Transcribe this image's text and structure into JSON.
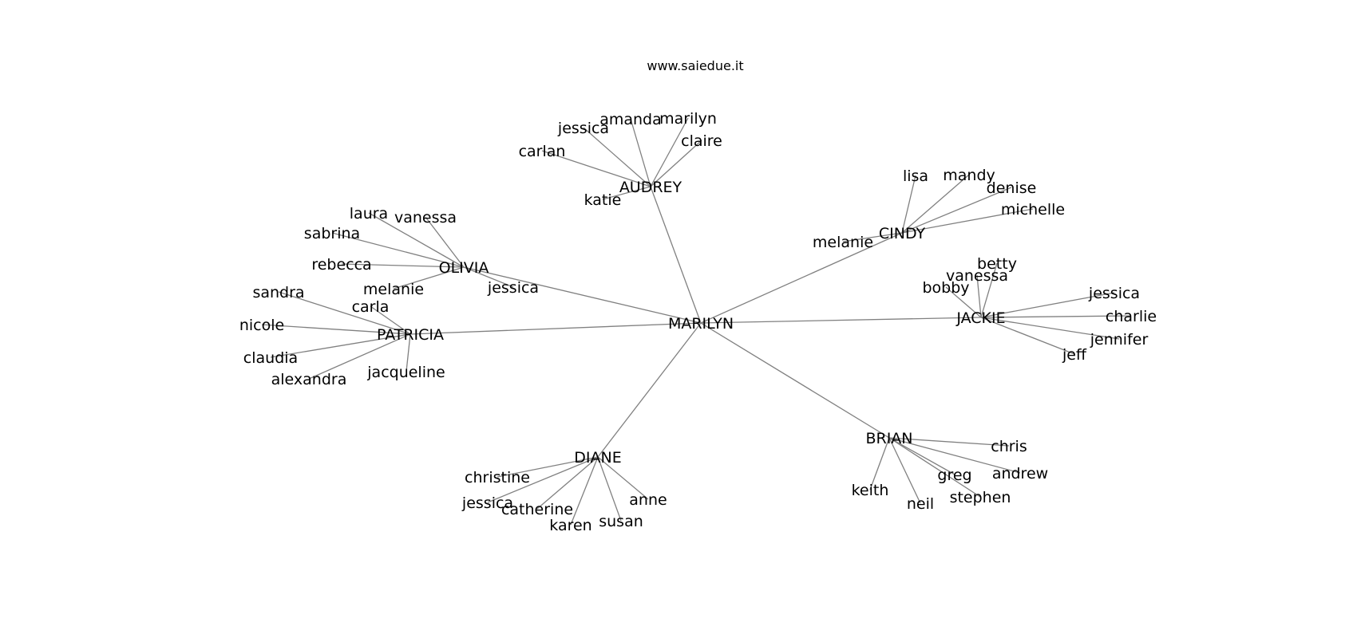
{
  "title": "www.saiedue.it",
  "colors": {
    "edge": "#808080",
    "text": "#000000",
    "background": "#ffffff"
  },
  "nodes": [
    {
      "id": "marilyn_root",
      "label": "MARILYN"
    },
    {
      "id": "audrey",
      "label": "AUDREY"
    },
    {
      "id": "olivia",
      "label": "OLIVIA"
    },
    {
      "id": "patricia",
      "label": "PATRICIA"
    },
    {
      "id": "diane",
      "label": "DIANE"
    },
    {
      "id": "brian",
      "label": "BRIAN"
    },
    {
      "id": "jackie",
      "label": "JACKIE"
    },
    {
      "id": "cindy",
      "label": "CINDY"
    },
    {
      "id": "audrey_jessica",
      "label": "jessica"
    },
    {
      "id": "audrey_amanda",
      "label": "amanda"
    },
    {
      "id": "audrey_marilyn",
      "label": "marilyn"
    },
    {
      "id": "audrey_claire",
      "label": "claire"
    },
    {
      "id": "audrey_carlan",
      "label": "carlan"
    },
    {
      "id": "audrey_katie",
      "label": "katie"
    },
    {
      "id": "olivia_laura",
      "label": "laura"
    },
    {
      "id": "olivia_vanessa",
      "label": "vanessa"
    },
    {
      "id": "olivia_sabrina",
      "label": "sabrina"
    },
    {
      "id": "olivia_rebecca",
      "label": "rebecca"
    },
    {
      "id": "olivia_melanie",
      "label": "melanie"
    },
    {
      "id": "olivia_jessica",
      "label": "jessica"
    },
    {
      "id": "patricia_sandra",
      "label": "sandra"
    },
    {
      "id": "patricia_carla",
      "label": "carla"
    },
    {
      "id": "patricia_nicole",
      "label": "nicole"
    },
    {
      "id": "patricia_claudia",
      "label": "claudia"
    },
    {
      "id": "patricia_alexandra",
      "label": "alexandra"
    },
    {
      "id": "patricia_jacqueline",
      "label": "jacqueline"
    },
    {
      "id": "diane_christine",
      "label": "christine"
    },
    {
      "id": "diane_jessica",
      "label": "jessica"
    },
    {
      "id": "diane_catherine",
      "label": "catherine"
    },
    {
      "id": "diane_karen",
      "label": "karen"
    },
    {
      "id": "diane_susan",
      "label": "susan"
    },
    {
      "id": "diane_anne",
      "label": "anne"
    },
    {
      "id": "brian_chris",
      "label": "chris"
    },
    {
      "id": "brian_andrew",
      "label": "andrew"
    },
    {
      "id": "brian_greg",
      "label": "greg"
    },
    {
      "id": "brian_stephen",
      "label": "stephen"
    },
    {
      "id": "brian_neil",
      "label": "neil"
    },
    {
      "id": "brian_keith",
      "label": "keith"
    },
    {
      "id": "jackie_betty",
      "label": "betty"
    },
    {
      "id": "jackie_vanessa",
      "label": "vanessa"
    },
    {
      "id": "jackie_bobby",
      "label": "bobby"
    },
    {
      "id": "jackie_jessica",
      "label": "jessica"
    },
    {
      "id": "jackie_charlie",
      "label": "charlie"
    },
    {
      "id": "jackie_jennifer",
      "label": "jennifer"
    },
    {
      "id": "jackie_jeff",
      "label": "jeff"
    },
    {
      "id": "cindy_lisa",
      "label": "lisa"
    },
    {
      "id": "cindy_mandy",
      "label": "mandy"
    },
    {
      "id": "cindy_denise",
      "label": "denise"
    },
    {
      "id": "cindy_michelle",
      "label": "michelle"
    },
    {
      "id": "cindy_melanie",
      "label": "melanie"
    }
  ],
  "edges": [
    [
      "marilyn_root",
      "audrey"
    ],
    [
      "marilyn_root",
      "olivia"
    ],
    [
      "marilyn_root",
      "patricia"
    ],
    [
      "marilyn_root",
      "diane"
    ],
    [
      "marilyn_root",
      "brian"
    ],
    [
      "marilyn_root",
      "jackie"
    ],
    [
      "marilyn_root",
      "cindy"
    ],
    [
      "audrey",
      "audrey_jessica"
    ],
    [
      "audrey",
      "audrey_amanda"
    ],
    [
      "audrey",
      "audrey_marilyn"
    ],
    [
      "audrey",
      "audrey_claire"
    ],
    [
      "audrey",
      "audrey_carlan"
    ],
    [
      "audrey",
      "audrey_katie"
    ],
    [
      "olivia",
      "olivia_laura"
    ],
    [
      "olivia",
      "olivia_vanessa"
    ],
    [
      "olivia",
      "olivia_sabrina"
    ],
    [
      "olivia",
      "olivia_rebecca"
    ],
    [
      "olivia",
      "olivia_melanie"
    ],
    [
      "olivia",
      "olivia_jessica"
    ],
    [
      "patricia",
      "patricia_sandra"
    ],
    [
      "patricia",
      "patricia_carla"
    ],
    [
      "patricia",
      "patricia_nicole"
    ],
    [
      "patricia",
      "patricia_claudia"
    ],
    [
      "patricia",
      "patricia_alexandra"
    ],
    [
      "patricia",
      "patricia_jacqueline"
    ],
    [
      "diane",
      "diane_christine"
    ],
    [
      "diane",
      "diane_jessica"
    ],
    [
      "diane",
      "diane_catherine"
    ],
    [
      "diane",
      "diane_karen"
    ],
    [
      "diane",
      "diane_susan"
    ],
    [
      "diane",
      "diane_anne"
    ],
    [
      "brian",
      "brian_chris"
    ],
    [
      "brian",
      "brian_andrew"
    ],
    [
      "brian",
      "brian_greg"
    ],
    [
      "brian",
      "brian_stephen"
    ],
    [
      "brian",
      "brian_neil"
    ],
    [
      "brian",
      "brian_keith"
    ],
    [
      "jackie",
      "jackie_betty"
    ],
    [
      "jackie",
      "jackie_vanessa"
    ],
    [
      "jackie",
      "jackie_bobby"
    ],
    [
      "jackie",
      "jackie_jessica"
    ],
    [
      "jackie",
      "jackie_charlie"
    ],
    [
      "jackie",
      "jackie_jennifer"
    ],
    [
      "jackie",
      "jackie_jeff"
    ],
    [
      "cindy",
      "cindy_lisa"
    ],
    [
      "cindy",
      "cindy_mandy"
    ],
    [
      "cindy",
      "cindy_denise"
    ],
    [
      "cindy",
      "cindy_michelle"
    ],
    [
      "cindy",
      "cindy_melanie"
    ]
  ]
}
